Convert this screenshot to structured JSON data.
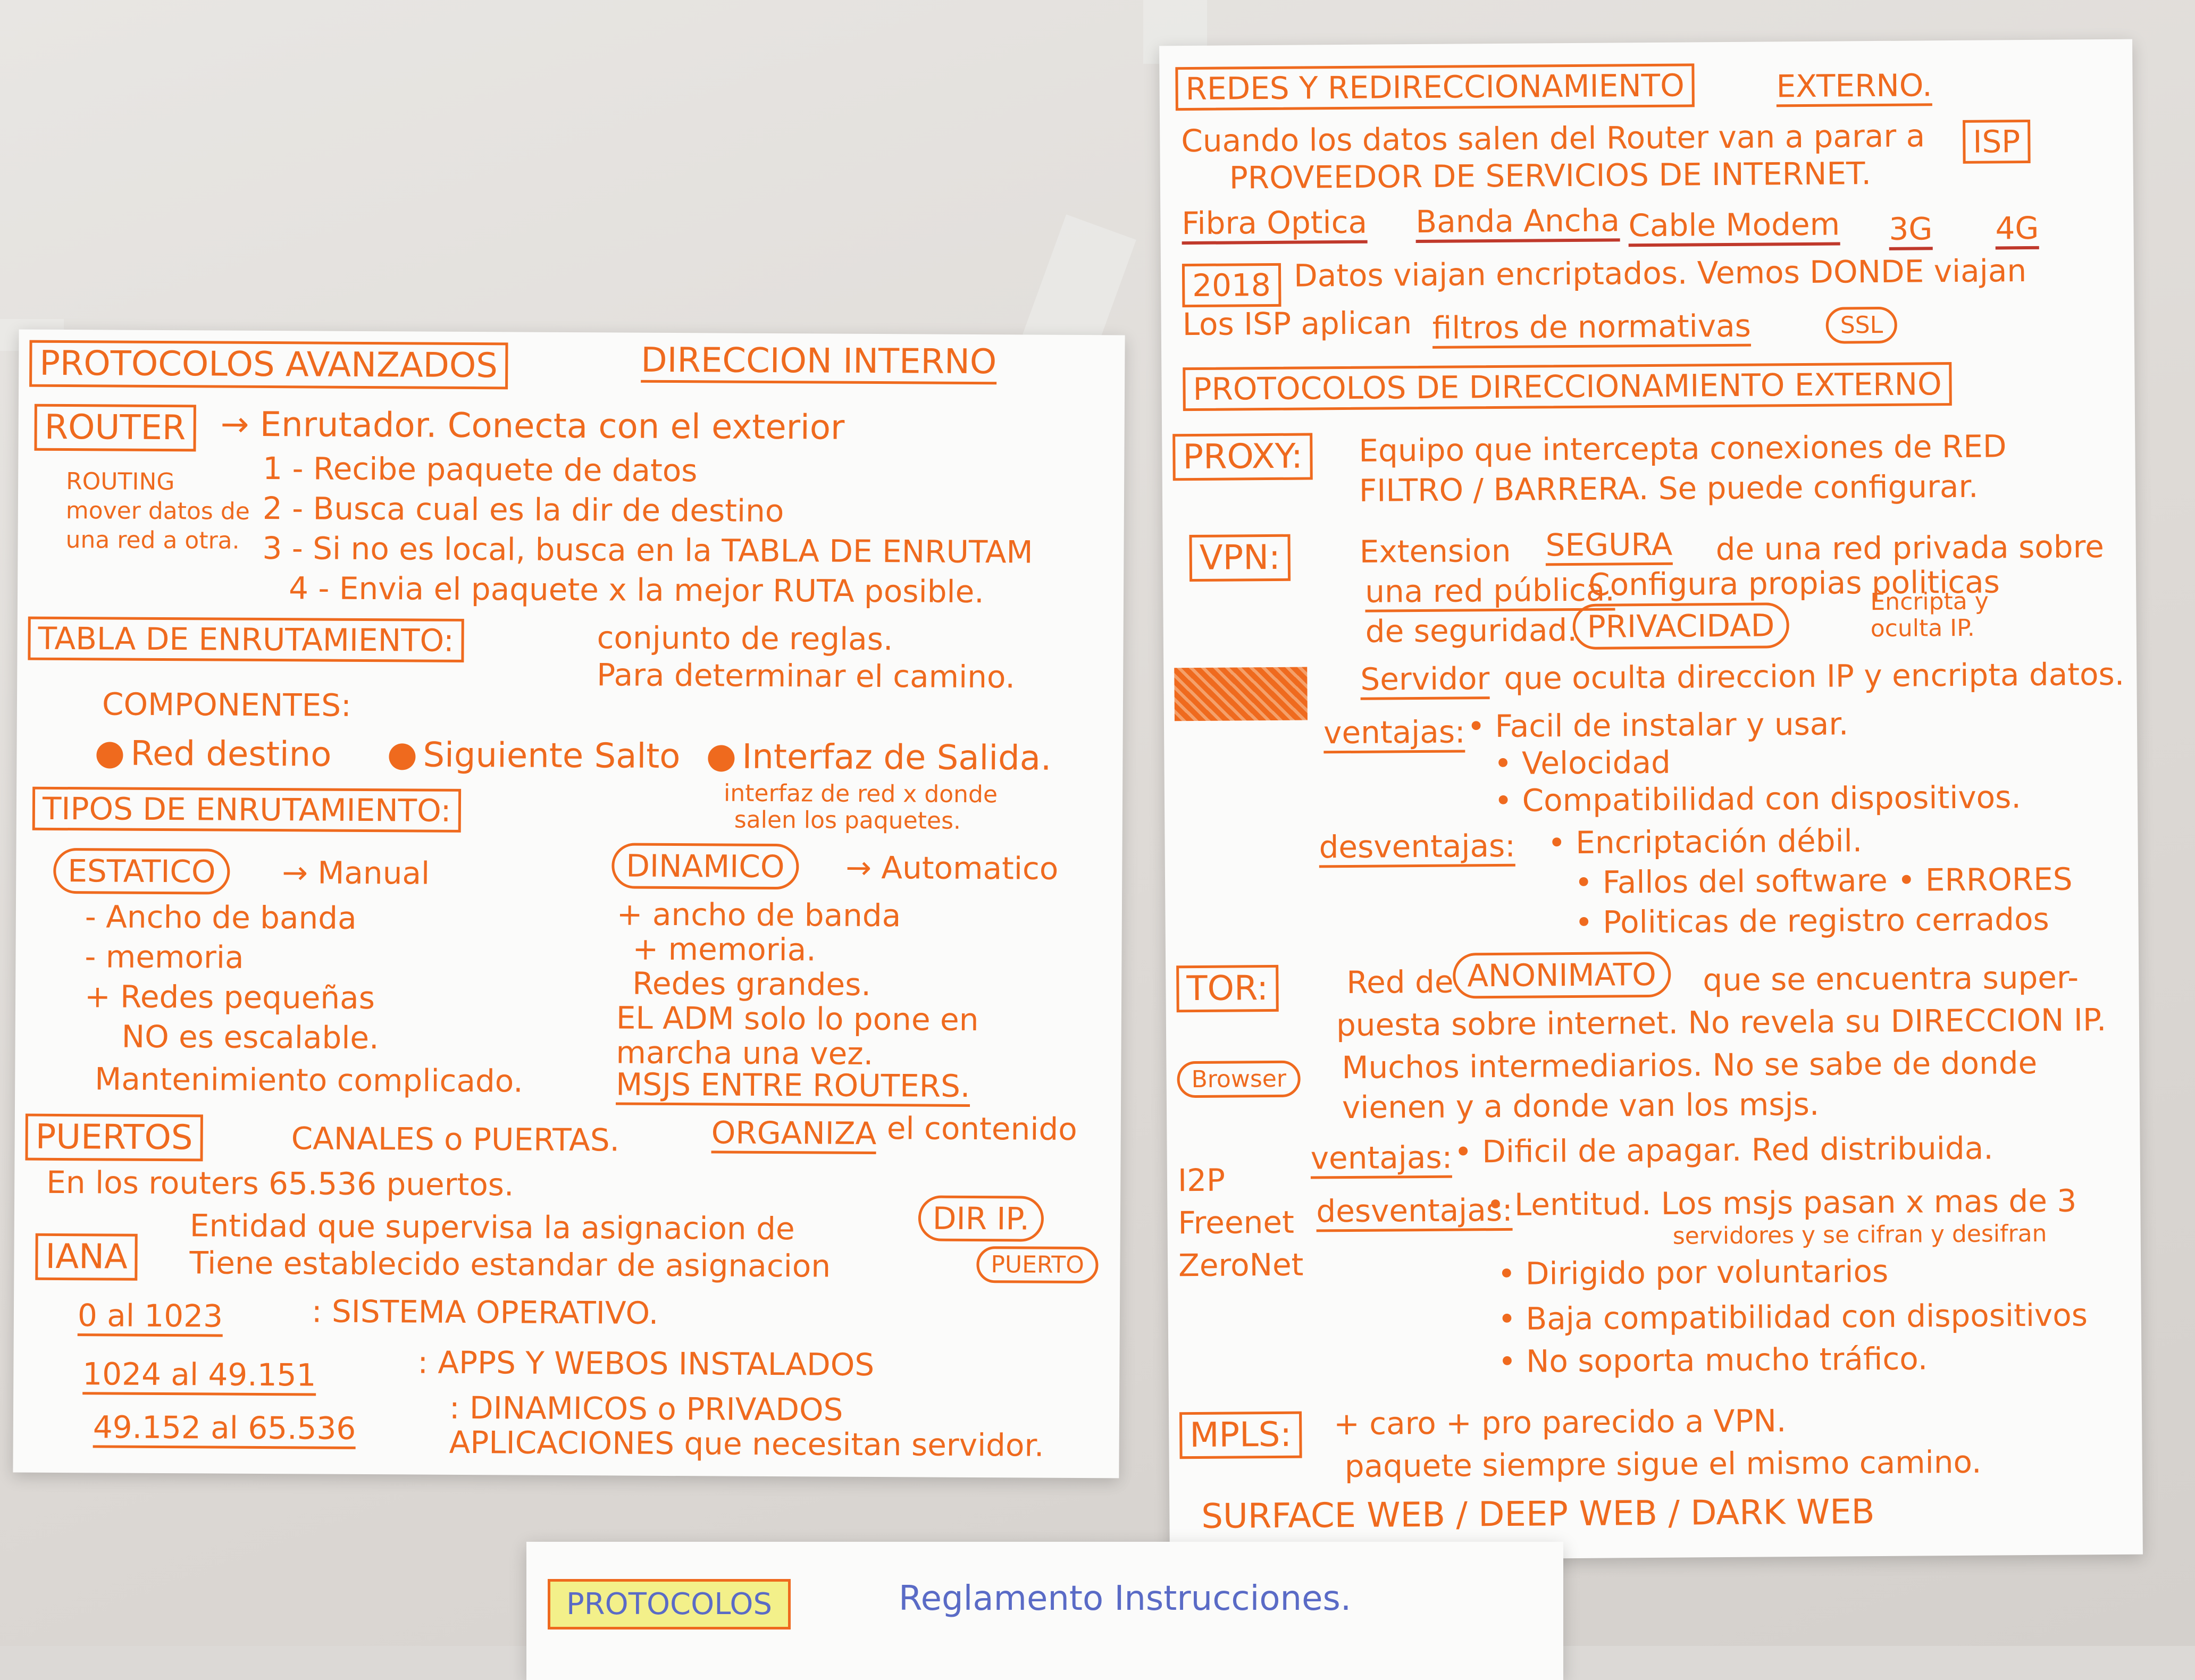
{
  "left": {
    "title": "PROTOCOLOS AVANZADOS",
    "subtitle": "DIRECCION INTERNO",
    "router_label": "ROUTER",
    "router_desc": "→ Enrutador. Conecta con el exterior",
    "routing_notes": [
      "ROUTING",
      "mover datos de",
      "una red a otra."
    ],
    "router_steps": [
      "1 - Recibe paquete de datos",
      "2 - Busca cual es la dir de destino",
      "3 - Si no es local, busca en la TABLA DE ENRUTAM",
      "4 - Envia el paquete x la mejor RUTA posible."
    ],
    "tabla_label": "TABLA DE ENRUTAMIENTO:",
    "tabla_desc": [
      "conjunto de reglas.",
      "Para determinar el camino."
    ],
    "componentes_label": "COMPONENTES:",
    "componentes": [
      "Red destino",
      "Siguiente Salto",
      "Interfaz de Salida."
    ],
    "interfaz_note": [
      "interfaz de red x donde",
      "salen los paquetes."
    ],
    "tipos_label": "TIPOS DE ENRUTAMIENTO:",
    "estatico_label": "ESTATICO",
    "estatico_arrow": "→ Manual",
    "estatico_items": [
      "- Ancho de banda",
      "- memoria",
      "+ Redes pequeñas",
      "NO es escalable.",
      "Mantenimiento complicado."
    ],
    "dinamico_label": "DINAMICO",
    "dinamico_arrow": "→ Automatico",
    "dinamico_items": [
      "+ ancho de banda",
      "+ memoria.",
      "Redes grandes.",
      "EL ADM solo lo pone en",
      "marcha una vez.",
      "MSJS ENTRE ROUTERS."
    ],
    "puertos_label": "PUERTOS",
    "puertos_desc": "CANALES o PUERTAS.",
    "puertos_org": "ORGANIZA",
    "puertos_rest": "el contenido",
    "puertos_line2": "En los routers 65.536 puertos.",
    "iana_line1": "Entidad que supervisa la asignacion de",
    "dir_ip": "DIR IP.",
    "iana_label": "IANA",
    "iana_line2": "Entidad que supervisa la asignacion de",
    "iana_line3": "Tiene establecido estandar de asignacion",
    "puerto_oval": "PUERTO",
    "ranges": [
      {
        "range": "0 al 1023",
        "desc": ": SISTEMA OPERATIVO."
      },
      {
        "range": "1024 al 49.151",
        "desc": ": APPS Y WEBOS INSTALADOS"
      },
      {
        "range": "49.152 al 65.536",
        "desc": ": DINAMICOS o PRIVADOS"
      }
    ],
    "ranges_extra": "APLICACIONES que necesitan servidor."
  },
  "right": {
    "title": "REDES Y REDIRECCIONAMIENTO",
    "externo": "EXTERNO.",
    "line1": "Cuando los datos salen del Router van a parar a",
    "isp": "ISP",
    "line2": "PROVEEDOR DE SERVICIOS DE INTERNET.",
    "tech": [
      "Fibra Optica",
      "Banda Ancha",
      "Cable Modem",
      "3G",
      "4G"
    ],
    "year": "2018",
    "line3": "Datos viajan encriptados. Vemos DONDE viajan",
    "line4a": "Los ISP aplican",
    "line4b": "filtros de normativas",
    "ssl": "SSL",
    "section2": "PROTOCOLOS DE DIRECCIONAMIENTO EXTERNO",
    "proxy_label": "PROXY:",
    "proxy_lines": [
      "Equipo que intercepta conexiones de RED",
      "FILTRO / BARRERA. Se puede configurar."
    ],
    "vpn_label": "VPN:",
    "vpn_line1a": "Extension",
    "vpn_segura": "SEGURA",
    "vpn_line1b": "de una red privada sobre",
    "vpn_line2a": "una red pública.",
    "vpn_line2b": "Configura propias politicas",
    "vpn_line3": "de seguridad.",
    "privacidad": "PRIVACIDAD",
    "encripta": [
      "Encripta y",
      "oculta IP."
    ],
    "servidor": "Servidor",
    "servidor_rest": "que oculta direccion IP y encripta datos.",
    "ventajas": "ventajas:",
    "vpn_ventajas": [
      "• Facil de instalar y usar.",
      "• Velocidad",
      "• Compatibilidad con dispositivos."
    ],
    "desventajas": "desventajas:",
    "vpn_desventajas": [
      "• Encriptación débil.",
      "• Fallos del software • ERRORES",
      "• Politicas de registro cerrados"
    ],
    "tor_label": "TOR:",
    "tor_line1a": "Red de",
    "anonimato": "ANONIMATO",
    "tor_line1b": "que se encuentra super-",
    "tor_line2": "puesta sobre internet. No revela su DIRECCION IP.",
    "browser": "Browser",
    "tor_line3": "Muchos intermediarios. No se sabe de donde",
    "tor_line4": "vienen y a donde van los msjs.",
    "alt_names": [
      "I2P",
      "Freenet",
      "ZeroNet"
    ],
    "tor_ventajas": "• Dificil de apagar. Red distribuida.",
    "tor_desv1": "• Lentitud. Los msjs pasan x mas de 3",
    "tor_desv1b": "servidores y se cifran y desifran",
    "tor_desv_items": [
      "• Dirigido por voluntarios",
      "• Baja compatibilidad con dispositivos",
      "• No soporta mucho tráfico."
    ],
    "mpls_label": "MPLS:",
    "mpls_lines": [
      "+ caro + pro parecido a VPN.",
      "paquete siempre sigue el mismo camino."
    ],
    "webs": "SURFACE WEB / DEEP WEB / DARK WEB"
  },
  "bottom": {
    "title": "PROTOCOLOS",
    "line": "Reglamento Instrucciones."
  },
  "colors": {
    "ink": "#ef6a1e",
    "blue": "#5a6bc6",
    "paper": "#fbfbfa"
  }
}
